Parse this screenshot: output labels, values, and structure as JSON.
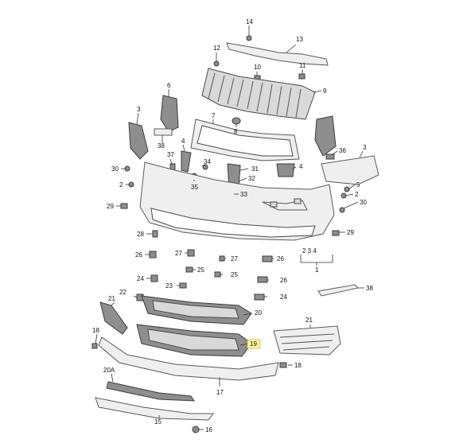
{
  "callouts": {
    "c14": "14",
    "c13": "13",
    "c12": "12",
    "c10": "10",
    "c11": "11",
    "c6": "6",
    "c9": "9",
    "c3a": "3",
    "c7": "7",
    "c8": "8",
    "c4a": "4",
    "c38": "38",
    "c37": "37",
    "c36": "36",
    "c3b": "3",
    "c30a": "30",
    "c34": "34",
    "c31": "31",
    "c4b": "4",
    "c5": "5",
    "c2a": "2",
    "c35": "35",
    "c32": "32",
    "c2b": "2",
    "c33": "33",
    "c29a": "29",
    "c30b": "30",
    "c29b": "29",
    "c28": "28",
    "c26a": "26",
    "c27a": "27",
    "c27b": "27",
    "c26b": "26",
    "c24a": "24",
    "c25a": "25",
    "c23": "23",
    "c25b": "25",
    "c26c": "26",
    "c234": "2 3 4",
    "c1": "1",
    "c22": "22",
    "c24b": "24",
    "c21a": "21",
    "c20": "20",
    "c38b": "38",
    "c18a": "18",
    "c21b": "21",
    "c19": "19",
    "c18b": "18",
    "c17": "17",
    "c20a": "20A",
    "c15": "15",
    "c16": "16"
  },
  "highlight_color": "#fff3a8"
}
